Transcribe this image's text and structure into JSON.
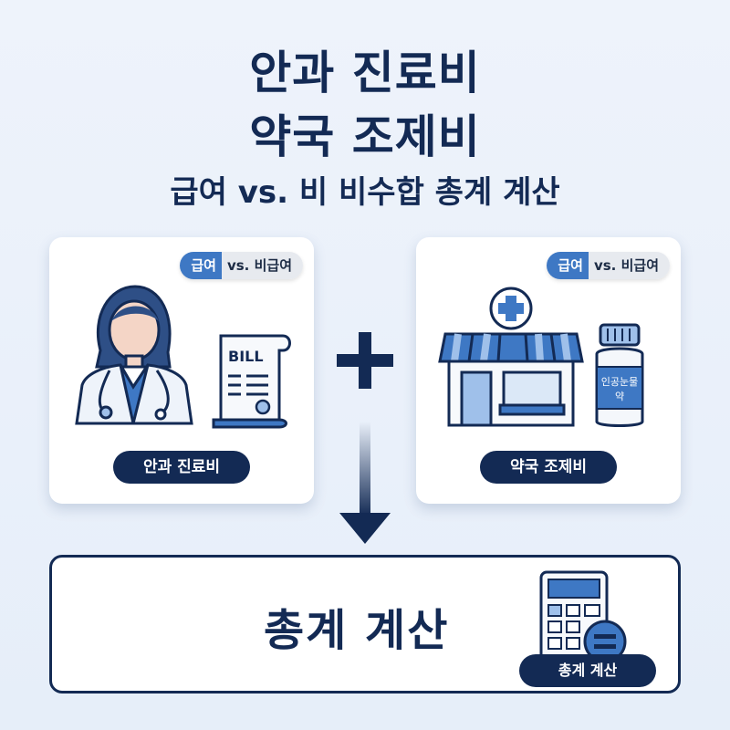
{
  "title": {
    "line1": "안과 진료비",
    "line2": "약국 조제비",
    "line3": "급여 vs. 비  비수합 총계 계산"
  },
  "left_card": {
    "badge_a": "급여",
    "badge_b": "vs. 비급여",
    "bill_text": "BILL",
    "label": "안과 진료비"
  },
  "right_card": {
    "badge_a": "급여",
    "badge_b": "vs. 비급여",
    "bottle_line1": "인공눈물",
    "bottle_line2": "약",
    "label": "약국 조제비"
  },
  "total": {
    "text": "총계 계산",
    "label": "총계 계산"
  },
  "colors": {
    "navy": "#132a54",
    "blue": "#3e78c4",
    "light_blue": "#9fc0ea"
  }
}
